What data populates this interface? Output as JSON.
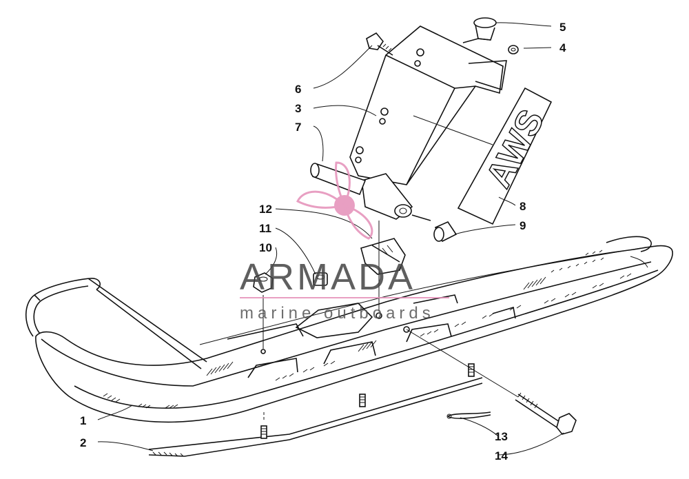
{
  "callouts": [
    {
      "num": "1"
    },
    {
      "num": "2"
    },
    {
      "num": "3"
    },
    {
      "num": "4"
    },
    {
      "num": "5"
    },
    {
      "num": "6"
    },
    {
      "num": "7"
    },
    {
      "num": "8"
    },
    {
      "num": "9"
    },
    {
      "num": "10"
    },
    {
      "num": "11"
    },
    {
      "num": "12"
    },
    {
      "num": "13"
    },
    {
      "num": "14"
    }
  ],
  "decal_text": "AWS",
  "watermark": {
    "brand": "ARMADA",
    "subtitle": "marine outboards",
    "logo_color": "#e48fb8",
    "brand_color": "#4a4a4a"
  }
}
